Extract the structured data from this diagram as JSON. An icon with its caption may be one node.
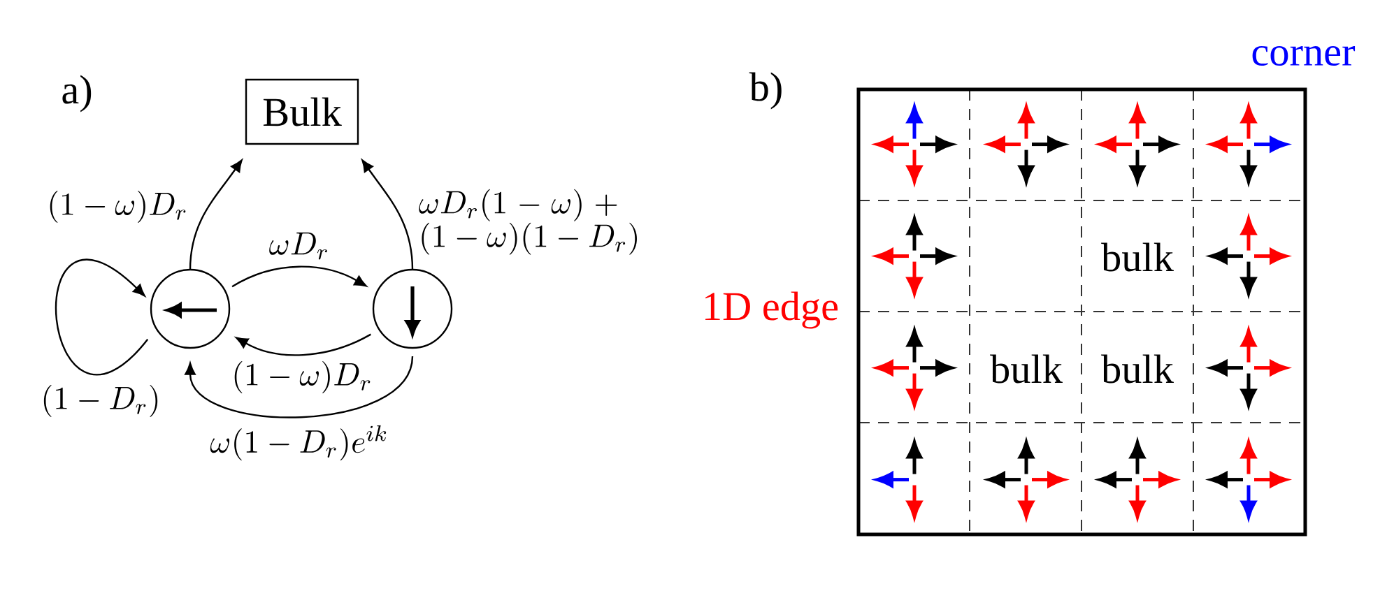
{
  "diagram": {
    "nodes": [
      {
        "text": [
          "Bulk"
        ]
      },
      {
        "text": [],
        "shape": "circle"
      },
      {
        "text": [],
        "shape": "circle"
      }
    ],
    "edges": [
      {
        "from": 1,
        "to": 0,
        "arrow": "to",
        "label": "(1-\\omega)D_r"
      },
      {
        "from": 2,
        "to": 0,
        "arrow": "to",
        "label": "\\omega D_r(1-\\omega) +(1-\\omega)(1-D_r)"
      },
      {
        "from": 1,
        "to": 2,
        "arrow": "to",
        "label": "\\omega D_r"
      },
      {
        "from": 2,
        "to": 1,
        "arrow": "to",
        "label": "(1-\\omega)D_r"
      },
      {
        "from": 2,
        "to": 1,
        "arrow": "to",
        "label": "\\omega(1-D_r)e^{ik}"
      },
      {
        "from": 1,
        "to": 1,
        "arrow": "to",
        "label": "(1-D_r)"
      }
    ],
    "labels": [
      "a)",
      "b)",
      "corner",
      "bulk",
      "1D edge",
      "bulk",
      "bulk"
    ]
  }
}
